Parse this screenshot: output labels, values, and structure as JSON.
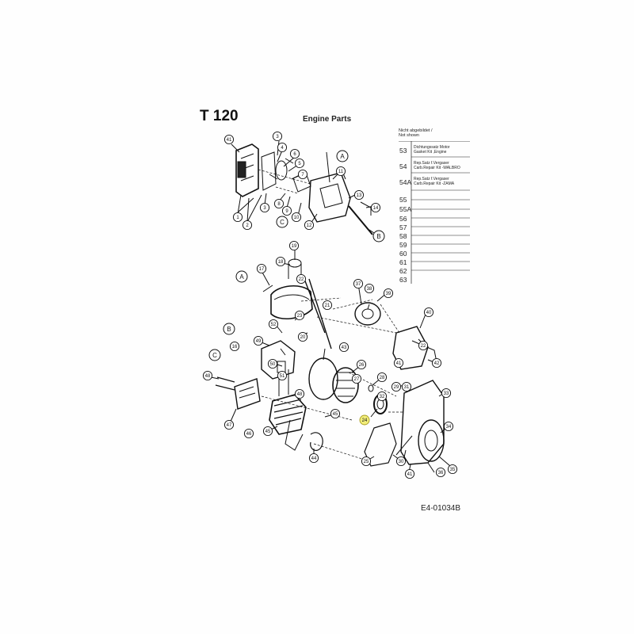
{
  "header": {
    "title": "T 120",
    "subtitle": "Engine Parts"
  },
  "legend": {
    "header_line1": "Nicht abgebildet /",
    "header_line2": "Not shown",
    "items": [
      {
        "num": "53",
        "desc1": "Dichtungssatz Motor",
        "desc2": "Gasket Kit ,Engine"
      },
      {
        "num": "54",
        "desc1": "Rep.Satz f.Vergaser",
        "desc2": "Carb.Repair Kit -WALBRO"
      },
      {
        "num": "54A",
        "desc1": "Rep.Satz f.Vergaser",
        "desc2": "Carb.Repair Kit -ZAMA"
      },
      {
        "num": "55",
        "desc1": "",
        "desc2": ""
      },
      {
        "num": "55A",
        "desc1": "",
        "desc2": ""
      },
      {
        "num": "56",
        "desc1": "",
        "desc2": ""
      },
      {
        "num": "57",
        "desc1": "",
        "desc2": ""
      },
      {
        "num": "58",
        "desc1": "",
        "desc2": ""
      },
      {
        "num": "59",
        "desc1": "",
        "desc2": ""
      },
      {
        "num": "60",
        "desc1": "",
        "desc2": ""
      },
      {
        "num": "61",
        "desc1": "",
        "desc2": ""
      },
      {
        "num": "62",
        "desc1": "",
        "desc2": ""
      },
      {
        "num": "63",
        "desc1": "",
        "desc2": ""
      }
    ]
  },
  "callouts": {
    "c1": "1",
    "c2": "2",
    "c3": "3",
    "c4": "4",
    "c5": "5",
    "c6": "6",
    "c7": "7",
    "c8": "8",
    "c9": "9",
    "c10": "10",
    "c11": "11",
    "c12": "12",
    "c13": "13",
    "c14": "14",
    "c16": "16",
    "c17": "17",
    "c18": "18",
    "c19": "19",
    "c20": "20",
    "c21": "21",
    "c22": "22",
    "c23": "23",
    "c24": "24",
    "c25": "25",
    "c26": "26",
    "c27": "27",
    "c28": "28",
    "c29": "29",
    "c30": "30",
    "c31": "31",
    "c32": "32",
    "c33": "33",
    "c34": "34",
    "c35": "35",
    "c36": "36",
    "c37": "37",
    "c38": "38",
    "c39": "39",
    "c40": "40",
    "c41": "41",
    "c42": "42",
    "c43": "43",
    "c44": "44",
    "c45": "45",
    "c46": "46",
    "c47": "47",
    "c48": "48",
    "c49": "49",
    "c50": "50",
    "c51": "51",
    "c52": "52",
    "ref_a": "A",
    "ref_b": "B",
    "ref_c": "C"
  },
  "footer": {
    "code": "E4-01034B"
  },
  "colors": {
    "highlight": "#f2ee7a",
    "ink": "#111111"
  }
}
